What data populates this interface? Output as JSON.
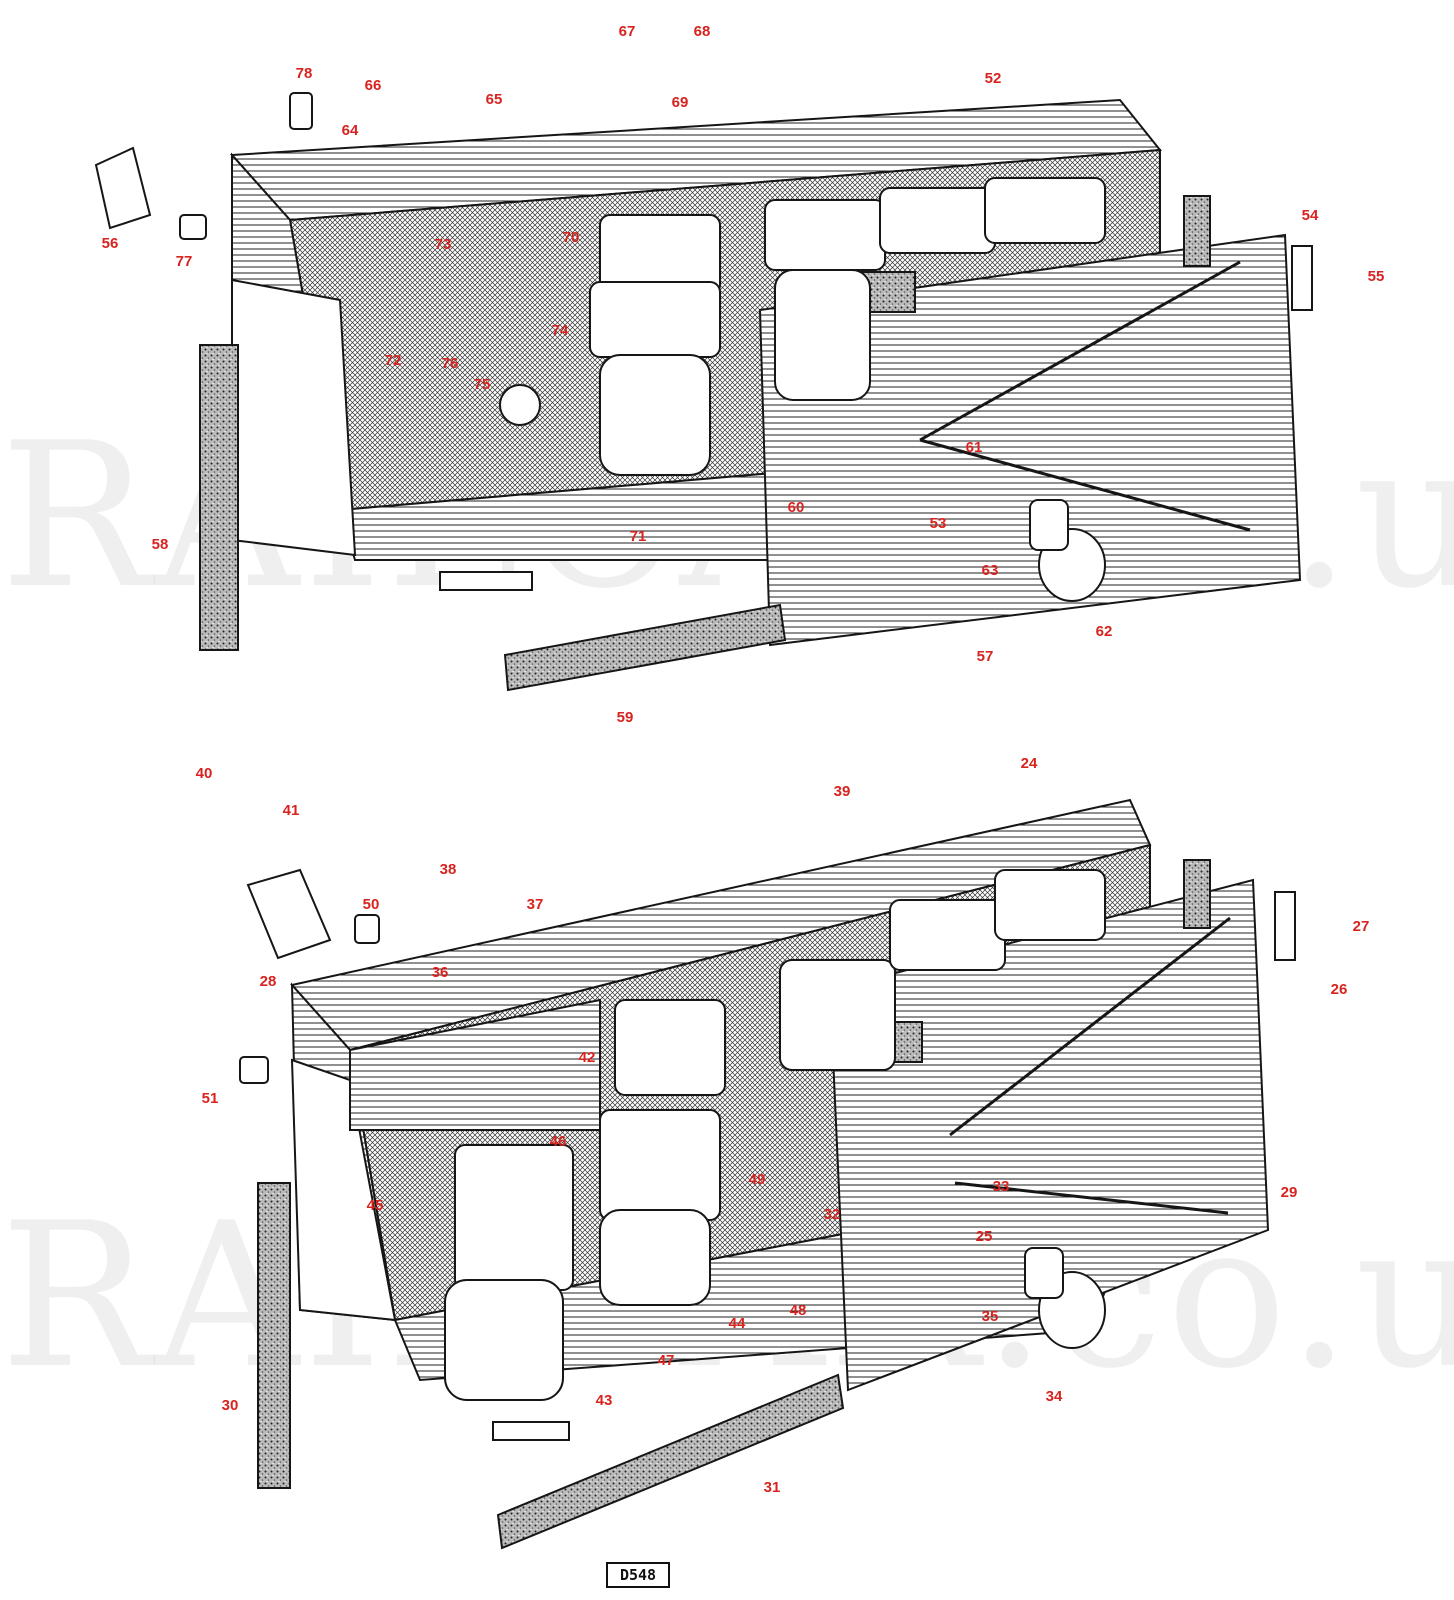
{
  "watermark": "RAILCAR.co.uk",
  "drawing_ref": "D548",
  "colors": {
    "callout": "#d8231f",
    "ink": "#161616",
    "watermark": "#dcdcdc"
  },
  "callouts": {
    "upper": [
      "78",
      "66",
      "65",
      "67",
      "68",
      "69",
      "52",
      "64",
      "56",
      "77",
      "73",
      "70",
      "54",
      "55",
      "74",
      "72",
      "76",
      "75",
      "61",
      "60",
      "53",
      "63",
      "58",
      "71",
      "62",
      "57",
      "59"
    ],
    "lower": [
      "40",
      "41",
      "39",
      "24",
      "38",
      "37",
      "50",
      "27",
      "28",
      "36",
      "26",
      "51",
      "42",
      "46",
      "49",
      "33",
      "29",
      "45",
      "32",
      "25",
      "48",
      "44",
      "35",
      "47",
      "30",
      "43",
      "34",
      "31"
    ]
  }
}
